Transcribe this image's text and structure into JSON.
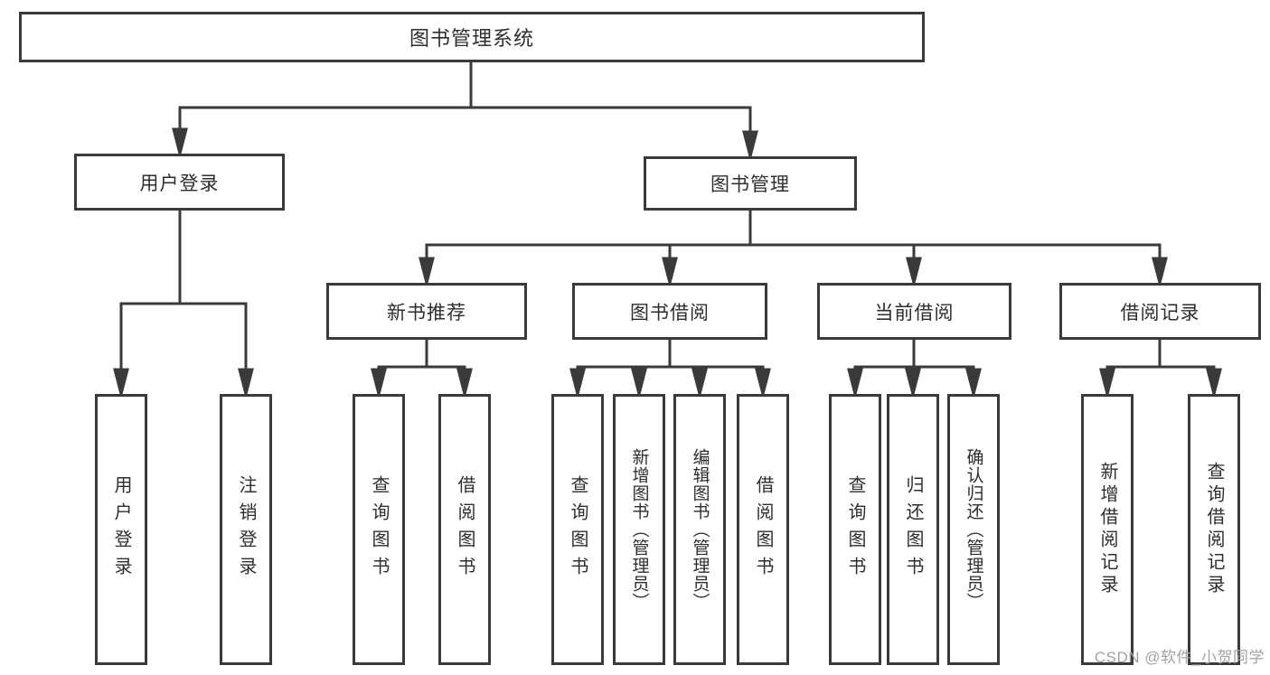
{
  "diagram": {
    "title": "图书管理系统",
    "line_color": "#3a3a3a",
    "level2": [
      "用户登录",
      "图书管理"
    ],
    "level3": [
      "新书推荐",
      "图书借阅",
      "当前借阅",
      "借阅记录"
    ],
    "leaves": [
      "用户登录",
      "注销登录",
      "查询图书",
      "借阅图书",
      "查询图书",
      "新增图书（管理员）",
      "编辑图书（管理员）",
      "借阅图书",
      "查询图书",
      "归还图书",
      "确认归还（管理员）",
      "新增借阅记录",
      "查询借阅记录"
    ]
  },
  "watermark": "CSDN @软件_小贺同学"
}
